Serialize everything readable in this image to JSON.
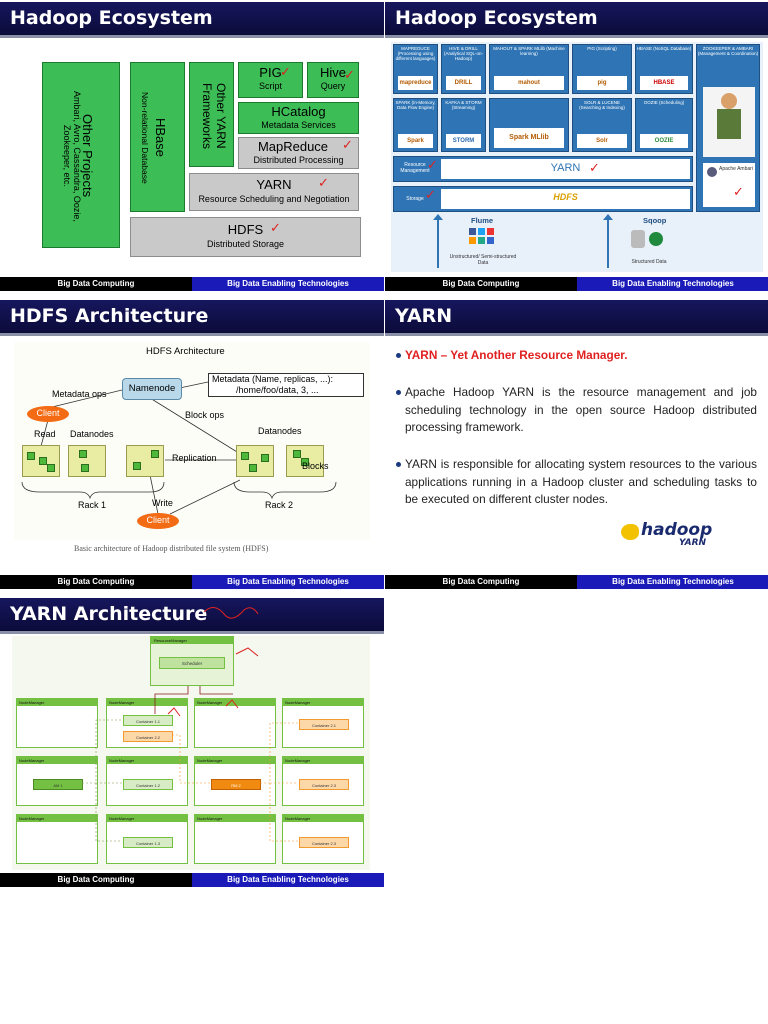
{
  "footer": {
    "left": "Big Data Computing",
    "right": "Big Data Enabling Technologies"
  },
  "slide1": {
    "title": "Hadoop Ecosystem",
    "other_projects_title": "Other Projects",
    "other_projects_list": "Ambari, Avro, Cassandra, Oozie, Zookeeper, etc.",
    "hbase_title": "HBase",
    "hbase_sub": "Non-relational Database",
    "other_yarn": "Other YARN Frameworks",
    "pig": "PIG",
    "pig_sub": "Script",
    "hive": "Hive",
    "hive_sub": "Query",
    "hcatalog": "HCatalog",
    "hcatalog_sub": "Metadata Services",
    "mapreduce": "MapReduce",
    "mapreduce_sub": "Distributed Processing",
    "yarn": "YARN",
    "yarn_sub": "Resource Scheduling and Negotiation",
    "hdfs": "HDFS",
    "hdfs_sub": "Distributed Storage"
  },
  "slide2": {
    "title": "Hadoop Ecosystem",
    "boxes": [
      {
        "label": "MAPREDUCE (Processing using different languages)",
        "logo": "mapreduce"
      },
      {
        "label": "HIVE & DRILL (Analytical SQL-on-Hadoop)",
        "logo": "DRILL"
      },
      {
        "label": "MAHOUT & SPARK MLlib (Machine learning)",
        "logo": "mahout"
      },
      {
        "label": "PIG (Scripting)",
        "logo": "pig"
      },
      {
        "label": "HBASE (NoSQL Database)",
        "logo": "HBASE"
      },
      {
        "label": "SPARK (In-Memory, Data Flow Engine)",
        "logo": "Spark"
      },
      {
        "label": "KAFKA & STORM (Streaming)",
        "logo": "STORM"
      },
      {
        "label": "",
        "logo": "Spark MLlib"
      },
      {
        "label": "SOLR & LUCENE (Searching & Indexing)",
        "logo": "Solr"
      },
      {
        "label": "OOZIE (Scheduling)",
        "logo": "OOZIE"
      }
    ],
    "zoo_label": "ZOOKEEPER & AMBARI (Management & Coordination)",
    "ambari": "Apache Ambari",
    "rm_label": "Resource Management",
    "yarn": "YARN",
    "storage_label": "Storage",
    "hdfs": "HDFS",
    "flume": "Flume",
    "sqoop": "Sqoop",
    "unstructured": "Unstructured/ Semi-structured Data",
    "structured": "Structured Data"
  },
  "slide3": {
    "title": "HDFS Architecture",
    "fig_title": "HDFS Architecture",
    "metadata_ops": "Metadata ops",
    "namenode": "Namenode",
    "metadata_line1": "Metadata (Name, replicas, ...):",
    "metadata_line2": "/home/foo/data, 3, ...",
    "block_ops": "Block ops",
    "client": "Client",
    "read": "Read",
    "datanodes": "Datanodes",
    "replication": "Replication",
    "blocks": "Blocks",
    "rack1": "Rack 1",
    "rack2": "Rack 2",
    "write": "Write",
    "caption": "Basic architecture of Hadoop distributed file system (HDFS)"
  },
  "slide4": {
    "title": "YARN",
    "bullet1": "YARN – Yet Another Resource Manager.",
    "bullet2": "Apache Hadoop YARN is the resource management and job scheduling technology in the open source Hadoop distributed processing framework.",
    "bullet3": "YARN is responsible for allocating system resources to the various applications running in a Hadoop cluster and scheduling tasks to be executed on different cluster nodes.",
    "logo_top": "hadoop",
    "logo_bottom": "YARN"
  },
  "slide5": {
    "title": "YARN Architecture",
    "resource_manager": "ResourceManager",
    "scheduler": "Scheduler",
    "node_manager": "NodeManager",
    "container_1_1": "Container 1.1",
    "container_1_2": "Container 1.2",
    "container_1_3": "Container 1.3",
    "container_2_1": "Container 2.1",
    "container_2_2": "Container 2.2",
    "container_2_3": "Container 2.3",
    "am1": "AM 1",
    "rm2": "RM 2"
  }
}
